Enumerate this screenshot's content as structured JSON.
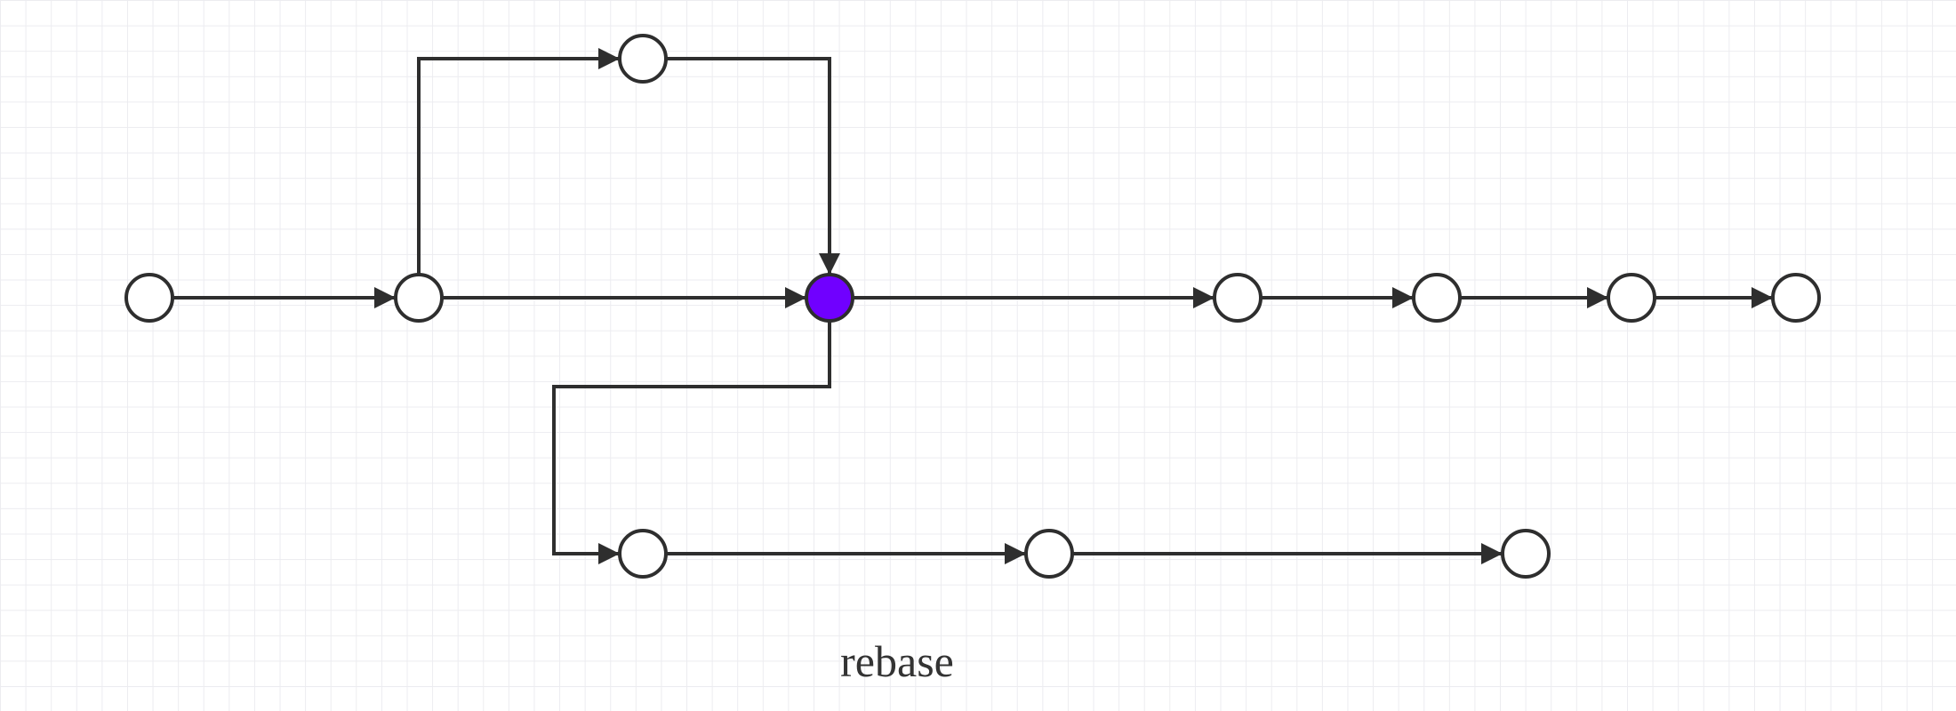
{
  "diagram": {
    "title": "rebase",
    "colors": {
      "stroke": "#2e2e2e",
      "node_fill": "#ffffff",
      "highlight_fill": "#7000ff"
    },
    "nodes": [
      {
        "id": "n1",
        "label": "",
        "highlighted": false
      },
      {
        "id": "n2",
        "label": "",
        "highlighted": false
      },
      {
        "id": "top",
        "label": "",
        "highlighted": false
      },
      {
        "id": "merge",
        "label": "",
        "highlighted": true
      },
      {
        "id": "r1",
        "label": "",
        "highlighted": false
      },
      {
        "id": "r2",
        "label": "",
        "highlighted": false
      },
      {
        "id": "r3",
        "label": "",
        "highlighted": false
      },
      {
        "id": "r4",
        "label": "",
        "highlighted": false
      },
      {
        "id": "b1",
        "label": "",
        "highlighted": false
      },
      {
        "id": "b2",
        "label": "",
        "highlighted": false
      },
      {
        "id": "b3",
        "label": "",
        "highlighted": false
      }
    ],
    "edges": [
      {
        "from": "n1",
        "to": "n2"
      },
      {
        "from": "n2",
        "to": "top"
      },
      {
        "from": "top",
        "to": "merge"
      },
      {
        "from": "n2",
        "to": "merge"
      },
      {
        "from": "merge",
        "to": "r1"
      },
      {
        "from": "r1",
        "to": "r2"
      },
      {
        "from": "r2",
        "to": "r3"
      },
      {
        "from": "r3",
        "to": "r4"
      },
      {
        "from": "merge",
        "to": "b1"
      },
      {
        "from": "b1",
        "to": "b2"
      },
      {
        "from": "b2",
        "to": "b3"
      }
    ]
  }
}
